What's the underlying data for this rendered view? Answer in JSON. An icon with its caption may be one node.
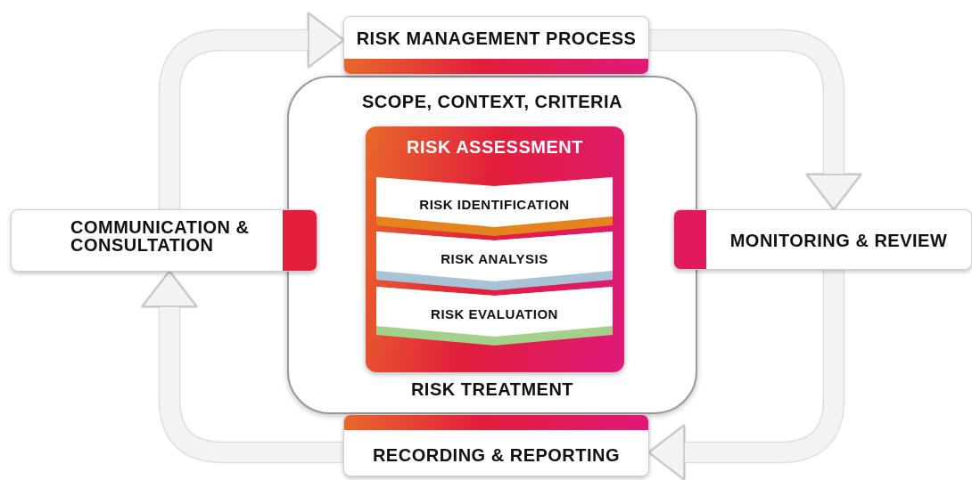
{
  "diagram": {
    "nodes": [
      {
        "text": [
          "RISK MANAGEMENT PROCESS"
        ]
      },
      {
        "text": [
          "SCOPE, CONTEXT, CRITERIA",
          "RISK TREATMENT"
        ]
      },
      {
        "text": [
          "RISK ASSESSMENT"
        ],
        "in": 1
      },
      {
        "text": [
          "RISK IDENTIFICATION"
        ],
        "in": 2
      },
      {
        "text": [
          "RISK ANALYSIS"
        ],
        "in": 2
      },
      {
        "text": [
          "RISK EVALUATION"
        ],
        "in": 2
      },
      {
        "text": [
          "COMMUNICATION & CONSULTATION"
        ]
      },
      {
        "text": [
          "MONITORING & REVIEW"
        ]
      },
      {
        "text": [
          "RECORDING & REPORTING"
        ]
      }
    ],
    "edges": [
      {
        "from": 6,
        "to": 0,
        "arrow": "to"
      },
      {
        "from": 0,
        "to": 7,
        "arrow": "to"
      },
      {
        "from": 7,
        "to": 8,
        "arrow": "to"
      },
      {
        "from": 8,
        "to": 6,
        "arrow": "to"
      }
    ]
  }
}
